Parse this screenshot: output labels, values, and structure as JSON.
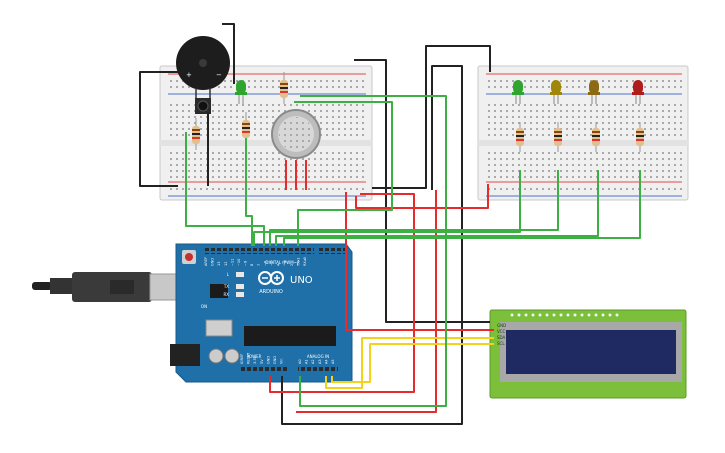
{
  "arduino": {
    "brand": "ARDUINO",
    "model": "UNO",
    "header_digital_label": "DIGITAL (PWM~)",
    "header_power_label": "POWER",
    "header_analog_label": "ANALOG IN",
    "power_pins": [
      "IOREF",
      "RESET",
      "3.3V",
      "5V",
      "GND",
      "GND",
      "Vin"
    ],
    "analog_pins": [
      "A0",
      "A1",
      "A2",
      "A3",
      "A4",
      "A5"
    ],
    "digital_pins": [
      "AREF",
      "GND",
      "13",
      "12",
      "~11",
      "~10",
      "~9",
      "8",
      "7",
      "~6",
      "~5",
      "4",
      "~3",
      "2",
      "TX▸1",
      "RX◂0"
    ],
    "indicator_labels": [
      "L",
      "TX",
      "RX",
      "ON"
    ]
  },
  "lcd": {
    "pin_labels": [
      "GND",
      "VCC",
      "SDA",
      "SCL"
    ]
  },
  "leds": {
    "left_breadboard": [
      "#2fa52f"
    ],
    "right_breadboard": [
      "#2fa52f",
      "#a0860a",
      "#8b6a13",
      "#b01c1c"
    ]
  },
  "colors": {
    "wire_red": "#e52b2b",
    "wire_green": "#3cb043",
    "wire_black": "#222222",
    "wire_yellow": "#f2d21b",
    "board_blue": "#1f6fa8",
    "breadboard": "#efefef",
    "lcd_green": "#7bbf3a",
    "lcd_screen": "#1f2a63"
  },
  "icons": [
    "buzzer-icon",
    "pushbutton-icon",
    "gas-sensor-icon",
    "usb-cable-icon",
    "arduino-logo-icon"
  ]
}
